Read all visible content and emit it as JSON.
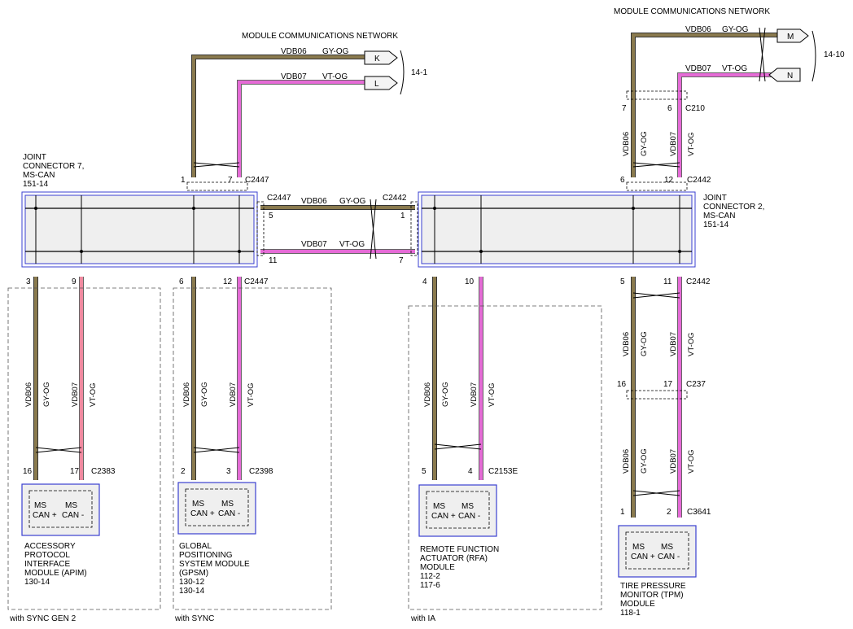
{
  "network_labels": {
    "left": "MODULE COMMUNICATIONS NETWORK",
    "right": "MODULE COMMUNICATIONS NETWORK"
  },
  "wires": {
    "vdb06": "VDB06",
    "vdb07": "VDB07",
    "gy_og": "GY-OG",
    "vt_og": "VT-OG"
  },
  "colors": {
    "gy_og_wire": "#8a7a4e",
    "vt_og_wire": "#e56bd6",
    "vt_og_wire_light": "#f08aa0",
    "connector_box": "#3a3fd0",
    "junction_fill": "#efefef"
  },
  "offpage": {
    "K": "K",
    "L": "L",
    "M": "M",
    "N": "N",
    "ref_left": "14-1",
    "ref_right": "14-10"
  },
  "pins": {
    "p1": "1",
    "p7": "7",
    "c2447": "C2447",
    "p5": "5",
    "p11": "11",
    "c2442": "C2442",
    "p1b": "1",
    "p7b": "7",
    "r7": "7",
    "r6": "6",
    "c210": "C210",
    "r6b": "6",
    "r12": "12",
    "a3": "3",
    "a9": "9",
    "g6": "6",
    "g12": "12",
    "f4": "4",
    "f10": "10",
    "t5": "5",
    "t11": "11",
    "t16": "16",
    "t17": "17",
    "c237": "C237",
    "apim16": "16",
    "apim17": "17",
    "c2383": "C2383",
    "gpsm2": "2",
    "gpsm3": "3",
    "c2398": "C2398",
    "rfa5": "5",
    "rfa4": "4",
    "c2153e": "C2153E",
    "tpm1": "1",
    "tpm2": "2",
    "c3641": "C3641"
  },
  "joint7": {
    "line1": "JOINT",
    "line2": "CONNECTOR 7,",
    "line3": "MS-CAN",
    "line4": "151-14"
  },
  "joint2": {
    "line1": "JOINT",
    "line2": "CONNECTOR 2,",
    "line3": "MS-CAN",
    "line4": "151-14"
  },
  "module_pins": {
    "ms": "MS",
    "can_plus": "CAN +",
    "can_minus": "CAN -"
  },
  "modules": {
    "apim": [
      "ACCESSORY",
      "PROTOCOL",
      "INTERFACE",
      "MODULE (APIM)",
      "130-14"
    ],
    "gpsm": [
      "GLOBAL",
      "POSITIONING",
      "SYSTEM MODULE",
      "(GPSM)",
      "130-12",
      "130-14"
    ],
    "rfa": [
      "REMOTE FUNCTION",
      "ACTUATOR (RFA)",
      "MODULE",
      "112-2",
      "117-6"
    ],
    "tpm": [
      "TIRE PRESSURE",
      "MONITOR (TPM)",
      "MODULE",
      "118-1"
    ]
  },
  "options": {
    "apim": "with SYNC GEN 2",
    "gpsm": "with SYNC",
    "rfa": "with IA"
  }
}
